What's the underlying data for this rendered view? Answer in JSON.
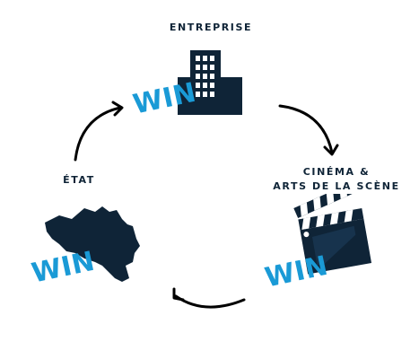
{
  "diagram": {
    "labels": {
      "entreprise": "ENTREPRISE",
      "etat": "ÉTAT",
      "cinema_line1": "CINÉMA &",
      "cinema_line2": "ARTS DE LA SCÈNE"
    },
    "win_badges": {
      "top": "WIN",
      "left": "WIN",
      "right": "WIN"
    },
    "colors": {
      "dark": "#0f2437",
      "accent": "#1a9ad6",
      "background": "#ffffff"
    },
    "icons": {
      "entreprise": "office-building-icon",
      "etat": "belgium-map-icon",
      "cinema": "clapperboard-icon"
    }
  }
}
